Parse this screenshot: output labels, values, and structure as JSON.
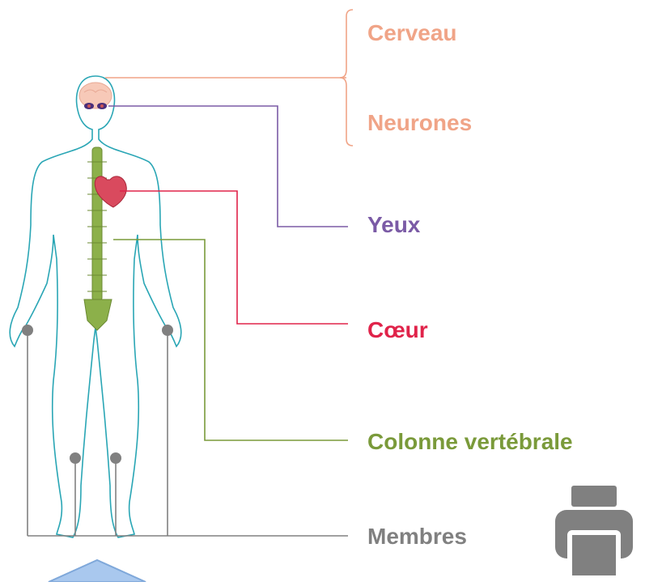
{
  "labels": {
    "cerveau": "Cerveau",
    "neurones": "Neurones",
    "yeux": "Yeux",
    "coeur": "Cœur",
    "colonne": "Colonne vertébrale",
    "membres": "Membres"
  },
  "colors": {
    "brain_group": "#F0A487",
    "eyes": "#7B5BA6",
    "heart": "#E0234A",
    "spine": "#7A9A3A",
    "limbs": "#808080",
    "body_outline": "#2AA6B5"
  },
  "icons": {
    "print": "printer-icon"
  }
}
